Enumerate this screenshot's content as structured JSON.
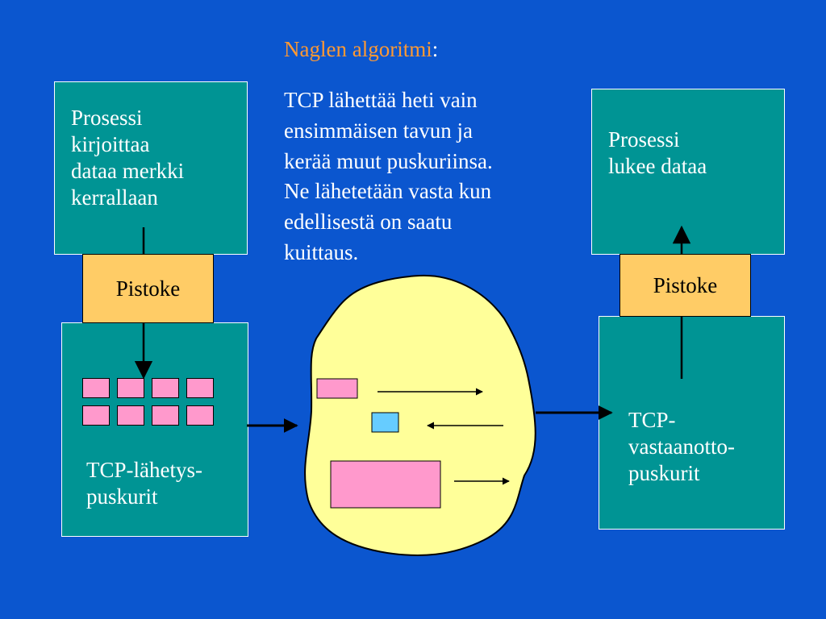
{
  "title": {
    "text": "Naglen algoritmi",
    "suffix": ":"
  },
  "description": "TCP lähettää heti vain\nensimmäisen tavun ja\nkerää muut puskuriinsa.\nNe lähetetään vasta kun\nedellisestä on saatu\nkuittaus.",
  "sender": {
    "process_label": "Prosessi\nkirjoittaa\ndataa merkki\nkerrallaan",
    "socket_label": "Pistoke",
    "buffer_label": "TCP-lähetys-\npuskurit",
    "buffer_cell_count": 8
  },
  "receiver": {
    "process_label": "Prosessi\nlukee dataa",
    "socket_label": "Pistoke",
    "buffer_label": "TCP-\nvastaanotto-\npuskurit"
  },
  "colors": {
    "background": "#0b56cf",
    "box_fill": "#009494",
    "socket_fill": "#ffcc66",
    "buffer_cell": "#ff99cc",
    "network_cloud": "#ffff99",
    "ack_packet": "#66ccff",
    "title_accent": "#ff9933"
  }
}
